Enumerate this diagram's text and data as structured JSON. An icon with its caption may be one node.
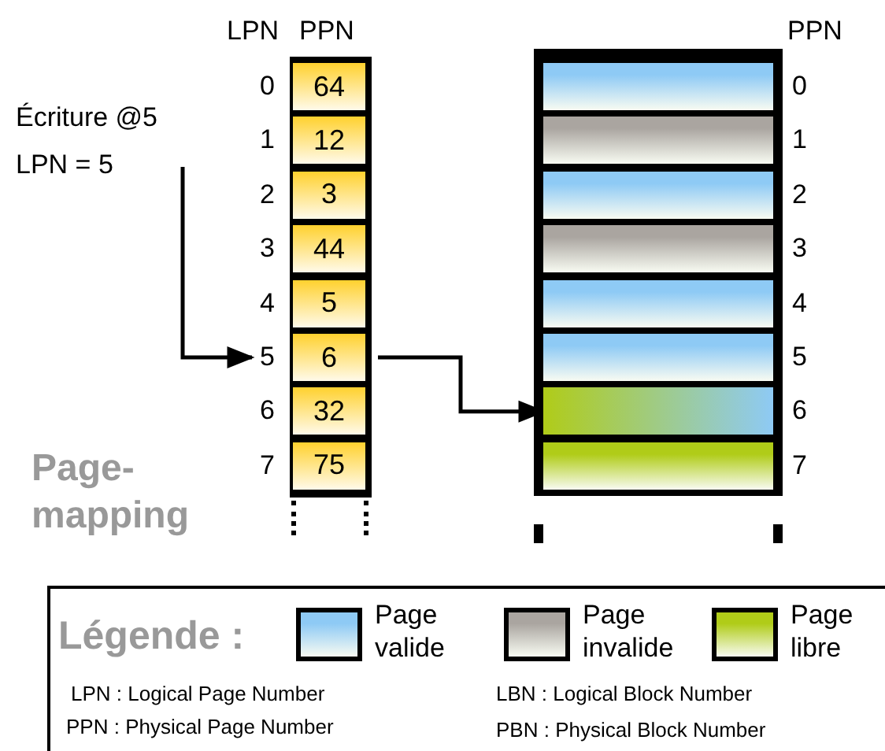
{
  "diagram": {
    "nodes": [
      {
        "text": [
          "Écriture @5 LPN = 5"
        ]
      },
      {
        "text": [
          "64"
        ],
        "beside": [
          "0"
        ]
      },
      {
        "text": [
          "12"
        ],
        "beside": [
          "1"
        ]
      },
      {
        "text": [
          "3"
        ],
        "beside": [
          "2"
        ]
      },
      {
        "text": [
          "44"
        ],
        "beside": [
          "3"
        ]
      },
      {
        "text": [
          "5"
        ],
        "beside": [
          "4"
        ]
      },
      {
        "text": [
          "6"
        ],
        "beside": [
          "5"
        ]
      },
      {
        "text": [
          "32"
        ],
        "beside": [
          "6"
        ]
      },
      {
        "text": [
          "75"
        ],
        "beside": [
          "7"
        ]
      },
      {
        "text": [],
        "shape": "box",
        "beside": [
          "0"
        ]
      },
      {
        "text": [],
        "shape": "box",
        "beside": [
          "1"
        ]
      },
      {
        "text": [],
        "shape": "box",
        "beside": [
          "2"
        ]
      },
      {
        "text": [],
        "shape": "box",
        "beside": [
          "3"
        ]
      },
      {
        "text": [],
        "shape": "box",
        "beside": [
          "4"
        ]
      },
      {
        "text": [],
        "shape": "box",
        "beside": [
          "5"
        ]
      },
      {
        "text": [],
        "shape": "box",
        "beside": [
          "6"
        ]
      },
      {
        "text": [],
        "shape": "box",
        "beside": [
          "7"
        ]
      }
    ],
    "edges": [
      {
        "from": 0,
        "to": 6,
        "arrow": "to"
      },
      {
        "from": 6,
        "to": 15,
        "arrow": "to"
      }
    ],
    "labels": [
      "LPN",
      "PPN",
      "PPN",
      "Page-mapping",
      "Légende :",
      "LPN : Logical Page Number",
      "LBN : Logical Block Number",
      "PPN : Physical Page Number",
      "PBN : Physical Block Number"
    ],
    "legend": [
      {
        "text": "Page valide",
        "color": "#8ecaf5"
      },
      {
        "text": "Page invalide",
        "color": "#aaa5a0"
      },
      {
        "text": "Page libre",
        "color": "#b0cc18"
      }
    ]
  }
}
